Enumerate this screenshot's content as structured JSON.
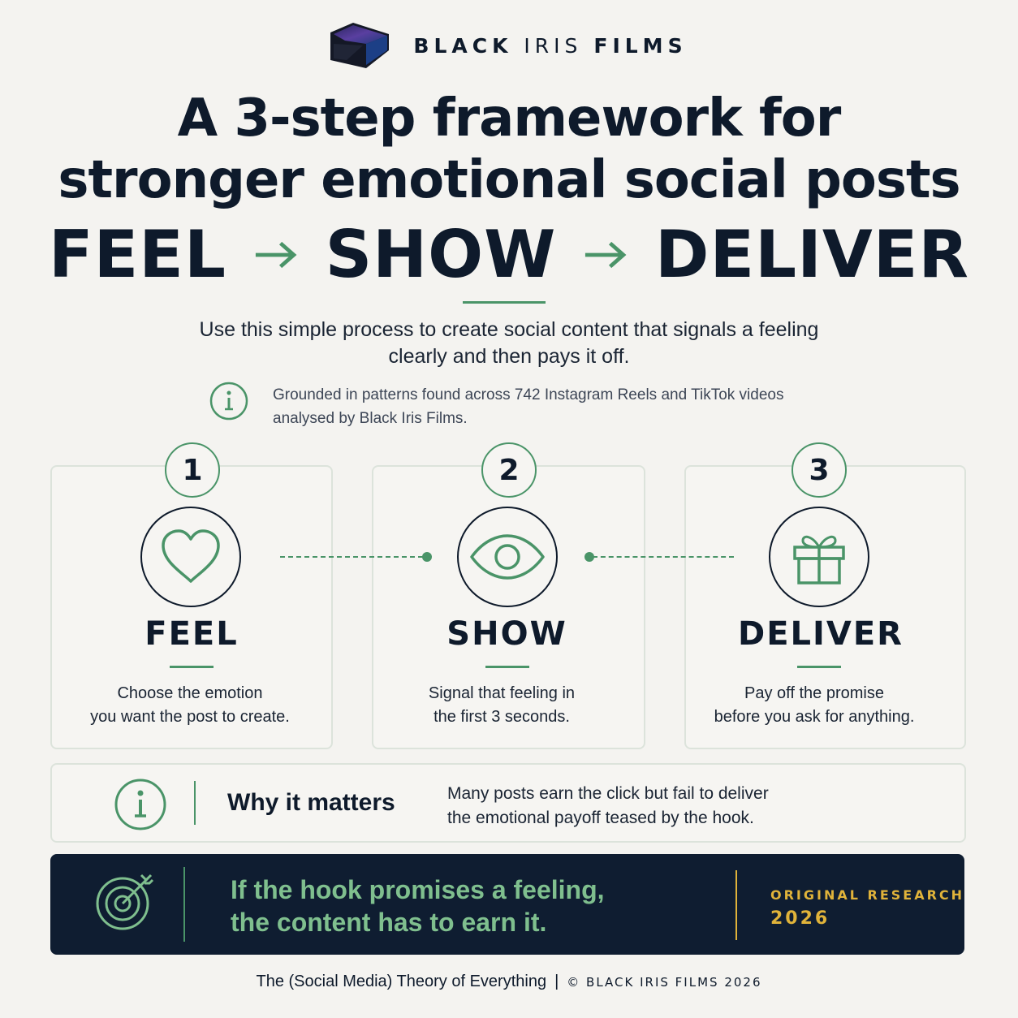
{
  "brand": {
    "name_bold": "BLACK",
    "name_light": "IRIS",
    "name_rest": "FILMS"
  },
  "headline": {
    "line1": "A 3-step framework for",
    "line2": "stronger emotional social posts"
  },
  "tagline": {
    "words": [
      "FEEL",
      "SHOW",
      "DELIVER"
    ],
    "arrow_icon": "arrow-right-icon"
  },
  "intro": {
    "line1": "Use this simple process to create social content that signals a feeling",
    "line2": "clearly and then pays it off."
  },
  "note": {
    "icon": "info-icon",
    "line1": "Grounded in patterns found across 742 Instagram Reels and TikTok videos",
    "line2": "analysed by Black Iris Films."
  },
  "steps": [
    {
      "number": "1",
      "icon": "heart-icon",
      "title": "FEEL",
      "desc_line1": "Choose the emotion",
      "desc_line2": "you want the post to create."
    },
    {
      "number": "2",
      "icon": "eye-icon",
      "title": "SHOW",
      "desc_line1": "Signal that feeling in",
      "desc_line2": "the first 3 seconds."
    },
    {
      "number": "3",
      "icon": "gift-icon",
      "title": "DELIVER",
      "desc_line1": "Pay off the promise",
      "desc_line2": "before you ask for anything."
    }
  ],
  "why": {
    "icon": "info-icon",
    "title": "Why it matters",
    "line1": "Many posts earn the click but fail to deliver",
    "line2": "the emotional payoff teased by the hook."
  },
  "band": {
    "icon": "target-icon",
    "line1": "If the hook promises a feeling,",
    "line2": "the content has to earn it.",
    "tag_line1": "ORIGINAL RESEARCH",
    "tag_line2": "2026"
  },
  "footer": {
    "title": "The (Social Media) Theory of Everything",
    "separator": "|",
    "credit": "© BLACK IRIS FILMS 2026"
  },
  "colors": {
    "navy": "#0e1a2b",
    "green": "#4a9468",
    "gold": "#e0b33a",
    "band": "#0f1d31"
  }
}
